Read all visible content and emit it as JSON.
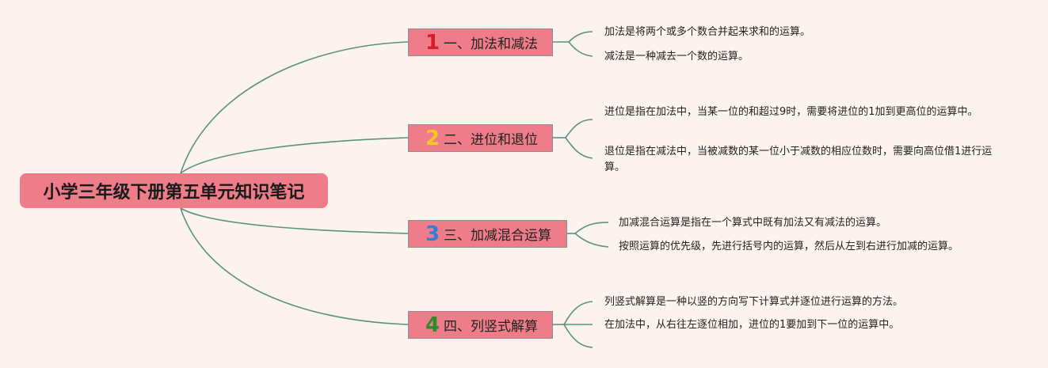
{
  "root": {
    "title": "小学三年级下册第五单元知识笔记"
  },
  "colors": {
    "background": "#fdf3ee",
    "node_fill": "#ee7d89",
    "connector": "#5a9180",
    "num_1": "#d81b2c",
    "num_2": "#f5c52a",
    "num_3": "#2f7fd6",
    "num_4": "#2e8b2e"
  },
  "branches": [
    {
      "number": "1",
      "label": "一、加法和减法",
      "items": [
        "加法是将两个或多个数合并起来求和的运算。",
        "减法是一种减去一个数的运算。"
      ]
    },
    {
      "number": "2",
      "label": "二、进位和退位",
      "items": [
        "进位是指在加法中，当某一位的和超过9时，需要将进位的1加到更高位的运算中。",
        "退位是指在减法中，当被减数的某一位小于减数的相应位数时，需要向高位借1进行运算。"
      ]
    },
    {
      "number": "3",
      "label": "三、加减混合运算",
      "items": [
        "加减混合运算是指在一个算式中既有加法又有减法的运算。",
        "按照运算的优先级，先进行括号内的运算，然后从左到右进行加减的运算。"
      ]
    },
    {
      "number": "4",
      "label": "四、列竖式解算",
      "items": [
        "列竖式解算是一种以竖的方向写下计算式并逐位进行运算的方法。",
        "在加法中，从右往左逐位相加，进位的1要加到下一位的运算中。"
      ]
    }
  ]
}
